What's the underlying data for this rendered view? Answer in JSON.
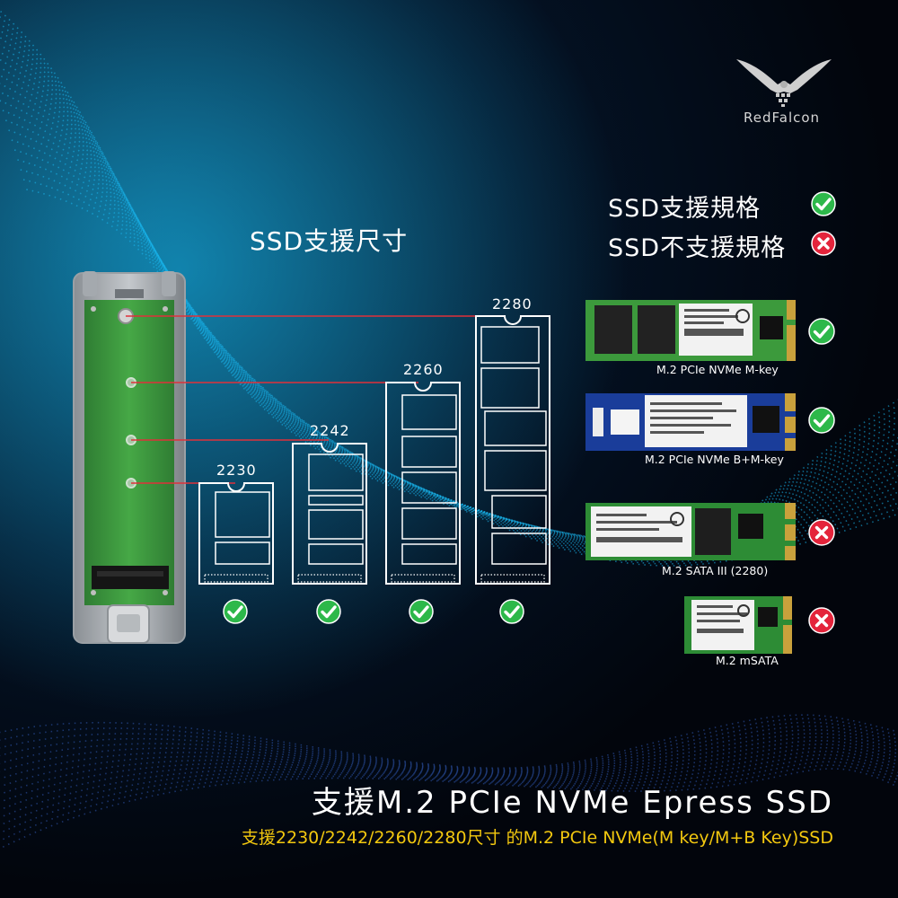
{
  "brand": {
    "name": "RedFalcon"
  },
  "legend": {
    "supported": "SSD支援規格",
    "unsupported": "SSD不支援規格"
  },
  "sizes": {
    "title": "SSD支援尺寸",
    "items": [
      {
        "label": "2230",
        "supported": true
      },
      {
        "label": "2242",
        "supported": true
      },
      {
        "label": "2260",
        "supported": true
      },
      {
        "label": "2280",
        "supported": true
      }
    ]
  },
  "specs": [
    {
      "caption": "M.2 PCIe NVMe M-key",
      "supported": true
    },
    {
      "caption": "M.2 PCIe NVMe B+M-key",
      "supported": true
    },
    {
      "caption": "M.2 SATA III (2280)",
      "supported": false
    },
    {
      "caption": "M.2 mSATA",
      "supported": false
    }
  ],
  "headline": {
    "title": "支援M.2 PCIe NVMe Epress SSD",
    "subtitle": "支援2230/2242/2260/2280尺寸 的M.2 PCIe NVMe(M key/M+B Key)SSD"
  },
  "colors": {
    "check": "#2db84a",
    "cross": "#e4243b",
    "board_green": "#3c9a3c",
    "nvme_blue": "#1a3d9a",
    "accent_yellow": "#f3c80f",
    "leader_red": "#e0303a"
  }
}
